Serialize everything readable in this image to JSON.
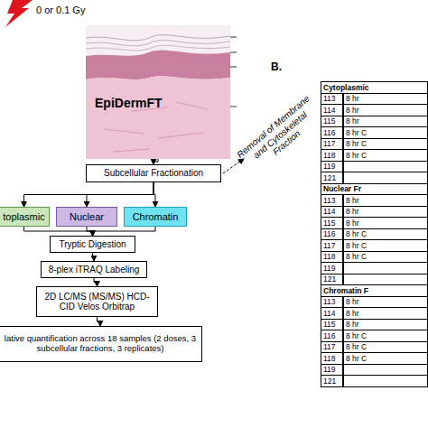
{
  "diagram": {
    "nodes": [
      {
        "text": [
          "EpiDermFT"
        ]
      },
      {
        "text": [
          "Subcellular Fractionation"
        ]
      },
      {
        "text": [
          "toplasmic"
        ]
      },
      {
        "text": [
          "Nuclear"
        ]
      },
      {
        "text": [
          "Chromatin"
        ]
      },
      {
        "text": [
          "Tryptic Digestion"
        ]
      },
      {
        "text": [
          "8-plex iTRAQ Labeling"
        ]
      },
      {
        "text": [
          "2D LC/MS (MS/MS) HCD-CID Velos Orbitrap"
        ]
      },
      {
        "text": [
          "lative quantification across 18 samples (2 doses, 3 subcellular fractions, 3 replicates)"
        ]
      }
    ],
    "edges": [
      {
        "from": 0,
        "to": 1,
        "arrow": "to"
      },
      {
        "from": 1,
        "to": 2,
        "arrow": "to"
      },
      {
        "from": 1,
        "to": 3,
        "arrow": "to"
      },
      {
        "from": 1,
        "to": 4,
        "arrow": "to"
      },
      {
        "from": 2,
        "to": 5,
        "arrow": "to"
      },
      {
        "from": 3,
        "to": 5,
        "arrow": "to"
      },
      {
        "from": 4,
        "to": 5,
        "arrow": "to"
      },
      {
        "from": 5,
        "to": 6,
        "arrow": "to"
      },
      {
        "from": 6,
        "to": 7,
        "arrow": "to"
      },
      {
        "from": 7,
        "to": 8,
        "arrow": "to"
      }
    ],
    "labels": [
      "0 or 0.1 Gy",
      "Removal of Membrane and Cytoskeletal Fraction",
      "B.",
      "Cytoplasmic",
      "113",
      "8 hr",
      "114",
      "8 hr",
      "115",
      "8 hr",
      "116",
      "8 hr C",
      "117",
      "8 hr C",
      "118",
      "8 hr C",
      "119",
      "121",
      "Nuclear Fr",
      "113",
      "8 hr",
      "114",
      "8 hr",
      "115",
      "8 hr",
      "116",
      "8 hr C",
      "117",
      "8 hr C",
      "118",
      "8 hr C",
      "119",
      "121",
      "Chromatin F",
      "113",
      "8 hr",
      "114",
      "8 hr",
      "115",
      "8 hr",
      "116",
      "8 hr C",
      "117",
      "8 hr C",
      "118",
      "8 hr C",
      "119",
      "121"
    ]
  }
}
